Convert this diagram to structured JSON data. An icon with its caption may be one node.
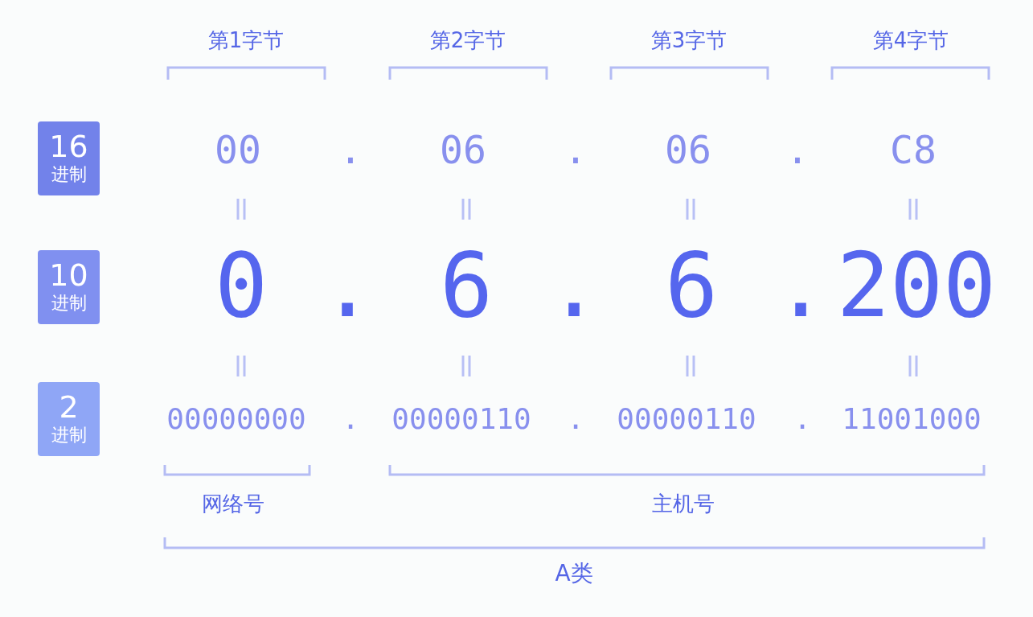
{
  "diagram": {
    "nodes": [
      {
        "text": [
          "16",
          "进制"
        ]
      },
      {
        "text": [
          "10",
          "进制"
        ]
      },
      {
        "text": [
          "2",
          "进制"
        ]
      }
    ],
    "labels": [
      "第1字节",
      "第2字节",
      "第3字节",
      "第4字节",
      "00",
      ".",
      "06",
      ".",
      "06",
      ".",
      "C8",
      "0",
      ".",
      "6",
      ".",
      "6",
      ".",
      "200",
      "00000000",
      ".",
      "00000110",
      ".",
      "00000110",
      ".",
      "11001000",
      "网络号",
      "主机号",
      "A类"
    ]
  }
}
